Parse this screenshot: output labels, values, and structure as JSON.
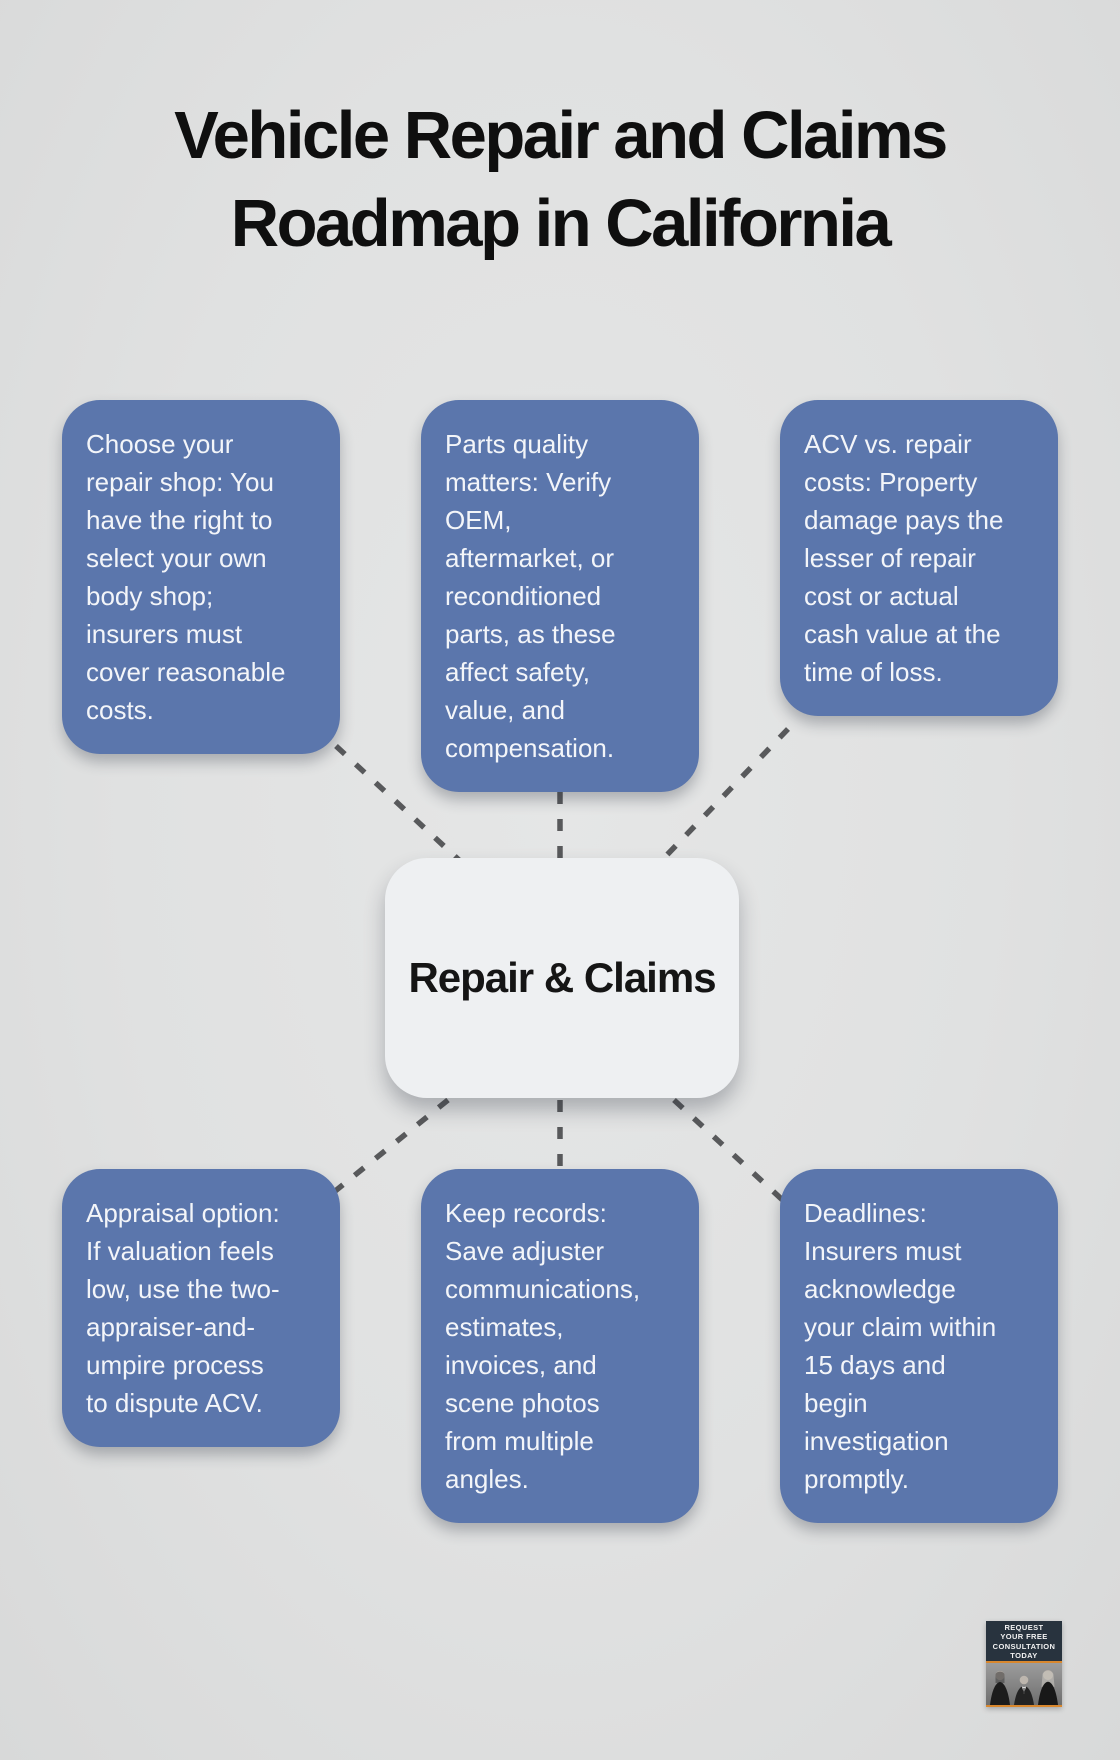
{
  "title": {
    "line1": "Vehicle Repair and Claims",
    "line2": "Roadmap in California"
  },
  "center": {
    "label": "Repair & Claims"
  },
  "nodes": [
    {
      "id": "choose-repair-shop",
      "text": "Choose your\nrepair shop: You\nhave the right to\nselect your own\nbody shop;\ninsurers must\ncover reasonable\ncosts."
    },
    {
      "id": "parts-quality",
      "text": "Parts quality\nmatters: Verify\nOEM,\naftermarket, or\nreconditioned\nparts, as these\naffect safety,\nvalue, and\ncompensation."
    },
    {
      "id": "acv-vs-repair-costs",
      "text": "ACV vs. repair\ncosts: Property\ndamage pays the\nlesser of repair\ncost or actual\ncash value at the\ntime of loss."
    },
    {
      "id": "appraisal-option",
      "text": "Appraisal option:\nIf valuation feels\nlow, use the two-\nappraiser-and-\numpire process\nto dispute ACV."
    },
    {
      "id": "keep-records",
      "text": "Keep records:\nSave adjuster\ncommunications,\nestimates,\ninvoices, and\nscene photos\nfrom multiple\nangles."
    },
    {
      "id": "deadlines",
      "text": "Deadlines:\nInsurers must\nacknowledge\nyour claim within\n15 days and\nbegin\ninvestigation\npromptly."
    }
  ],
  "badge": {
    "line1": "REQUEST",
    "line2": "YOUR FREE",
    "line3": "CONSULTATION",
    "line4": "TODAY"
  },
  "colors": {
    "node_blue": "#5b76ac",
    "background": "#e0e1e1",
    "dash_gray": "#58595b",
    "center_bg": "#eef0f2",
    "badge_bg": "#28333e",
    "badge_accent": "#d9882e"
  }
}
